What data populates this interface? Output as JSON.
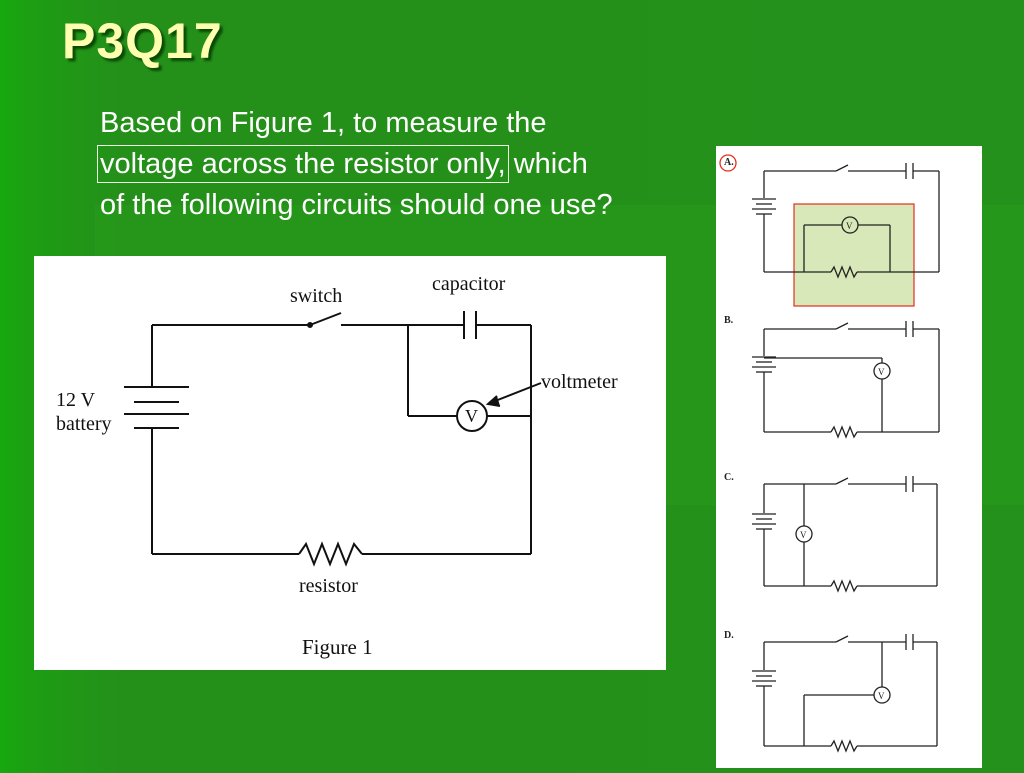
{
  "slide": {
    "title": "P3Q17",
    "question_lines": [
      "Based on Figure 1, to measure the",
      "voltage across the resistor only,",
      "which",
      "of the following circuits should one use?"
    ]
  },
  "figure1": {
    "labels": {
      "switch": "switch",
      "capacitor": "capacitor",
      "voltmeter": "voltmeter",
      "battery_voltage": "12 V",
      "battery": "battery",
      "resistor": "resistor",
      "caption": "Figure 1",
      "voltmeter_symbol": "V"
    }
  },
  "options": {
    "a": "A.",
    "b": "B.",
    "c": "C.",
    "d": "D.",
    "voltmeter_symbol": "V",
    "selected": "A"
  },
  "colors": {
    "background": "#23911b",
    "title": "#ffffb0",
    "highlight_fill": "#d8e8b8",
    "highlight_border": "#e03020"
  }
}
